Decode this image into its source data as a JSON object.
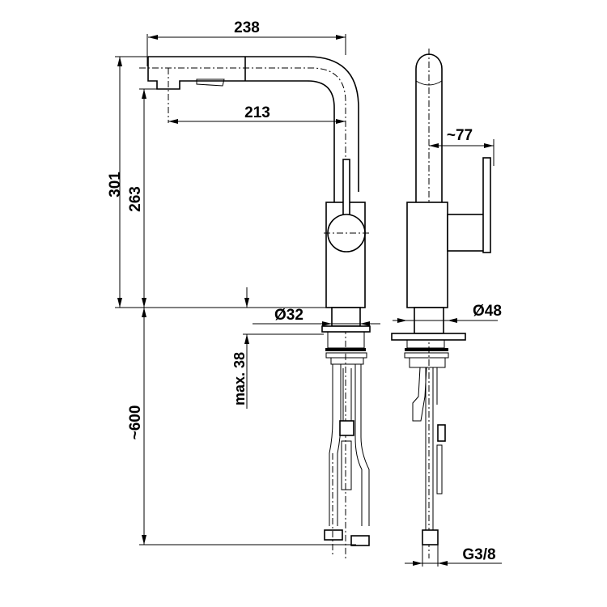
{
  "title": "Kitchen faucet with pull-out spout — dimension drawing",
  "colors": {
    "line": "#000000",
    "background": "#ffffff"
  },
  "dimensions": {
    "spout_reach": "238",
    "aerator_reach": "213",
    "total_height": "301",
    "aerator_height": "263",
    "hole_diameter": "Ø32",
    "max_thickness": "max. 38",
    "hose_length": "~600",
    "lever_offset": "~77",
    "body_diameter": "Ø48",
    "connection": "G3/8"
  }
}
